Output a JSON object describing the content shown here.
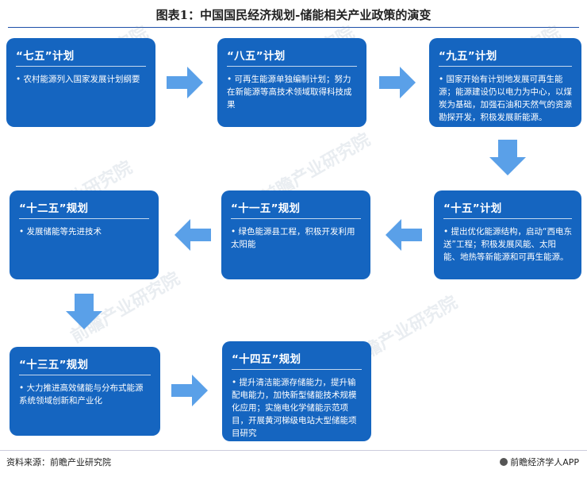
{
  "title": "图表1：中国国民经济规划-储能相关产业政策的演变",
  "colors": {
    "box": "#1565c0",
    "arrow": "#5aa0e8",
    "title_line": "#1d4fa8"
  },
  "watermark": "前瞻产业研究院",
  "boxes": [
    {
      "title": "“七五”计划",
      "body": "• 农村能源列入国家发展计划纲要"
    },
    {
      "title": "“八五”计划",
      "body": "• 可再生能源单独编制计划；努力在新能源等高技术领域取得科技成果"
    },
    {
      "title": "“九五”计划",
      "body": "• 国家开始有计划地发展可再生能源；能源建设仍以电力为中心，以煤炭为基础，加强石油和天然气的资源勘探开发，积极发展新能源。"
    },
    {
      "title": "“十五”计划",
      "body": "• 提出优化能源结构，启动“西电东送”工程；积极发展风能、太阳能、地热等新能源和可再生能源。"
    },
    {
      "title": "“十一五”规划",
      "body": "• 绿色能源县工程，积极开发利用太阳能"
    },
    {
      "title": "“十二五”规划",
      "body": "• 发展储能等先进技术"
    },
    {
      "title": "“十三五”规划",
      "body": "• 大力推进高效储能与分布式能源系统领域创新和产业化"
    },
    {
      "title": "“十四五”规划",
      "body": "• 提升清洁能源存储能力，提升输配电能力，加快新型储能技术规模化应用；实施电化学储能示范项目，开展黄河梯级电站大型储能项目研究"
    }
  ],
  "footer": {
    "source": "资料来源：前瞻产业研究院",
    "brand": "前瞻经济学人APP"
  }
}
